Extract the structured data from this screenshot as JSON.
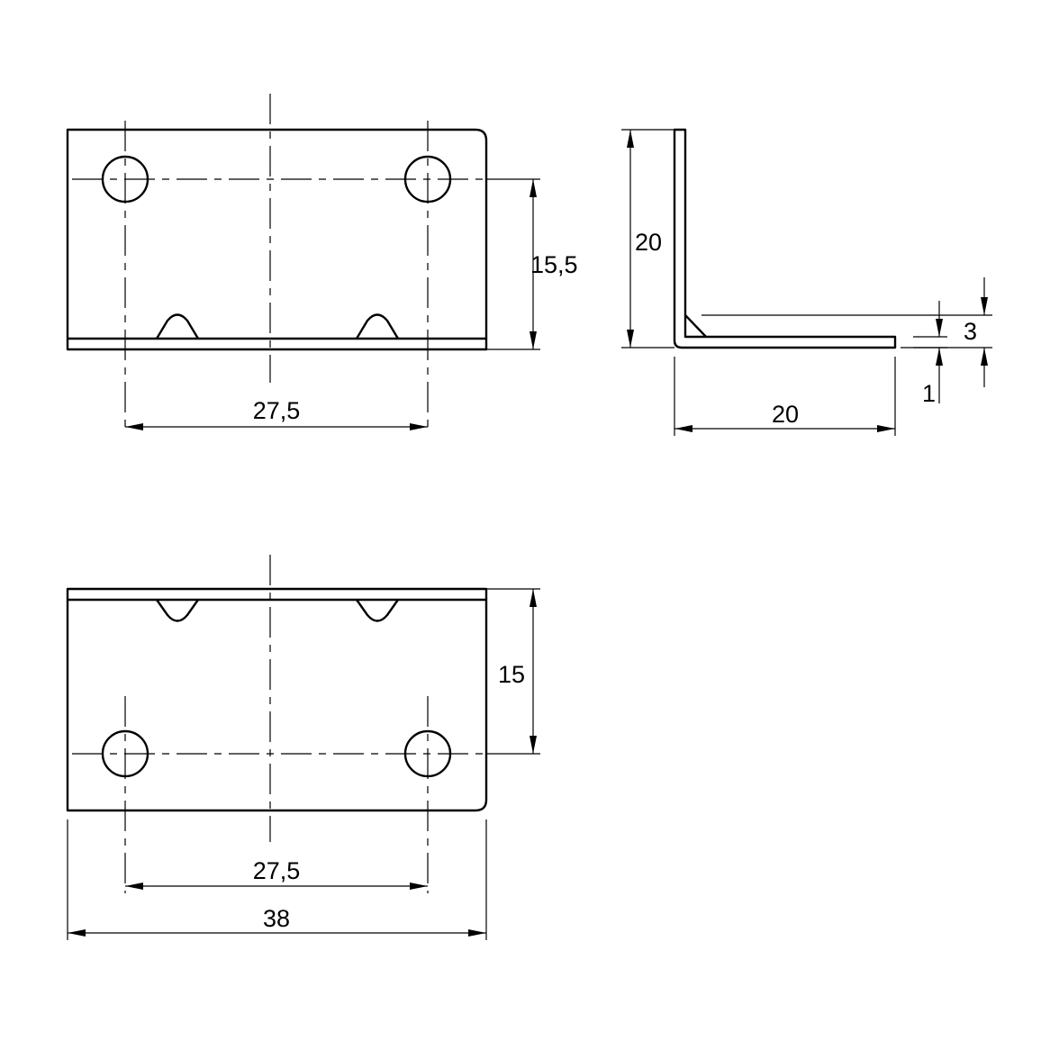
{
  "dimensions": {
    "top_view": {
      "hole_spacing": "27,5",
      "hole_height": "15,5"
    },
    "side_view": {
      "height": "20",
      "length": "20",
      "rib_height": "3",
      "thickness": "1"
    },
    "bottom_view": {
      "hole_spacing": "27,5",
      "hole_height": "15",
      "overall_width": "38"
    }
  },
  "colors": {
    "stroke": "#000000",
    "background": "#ffffff"
  }
}
